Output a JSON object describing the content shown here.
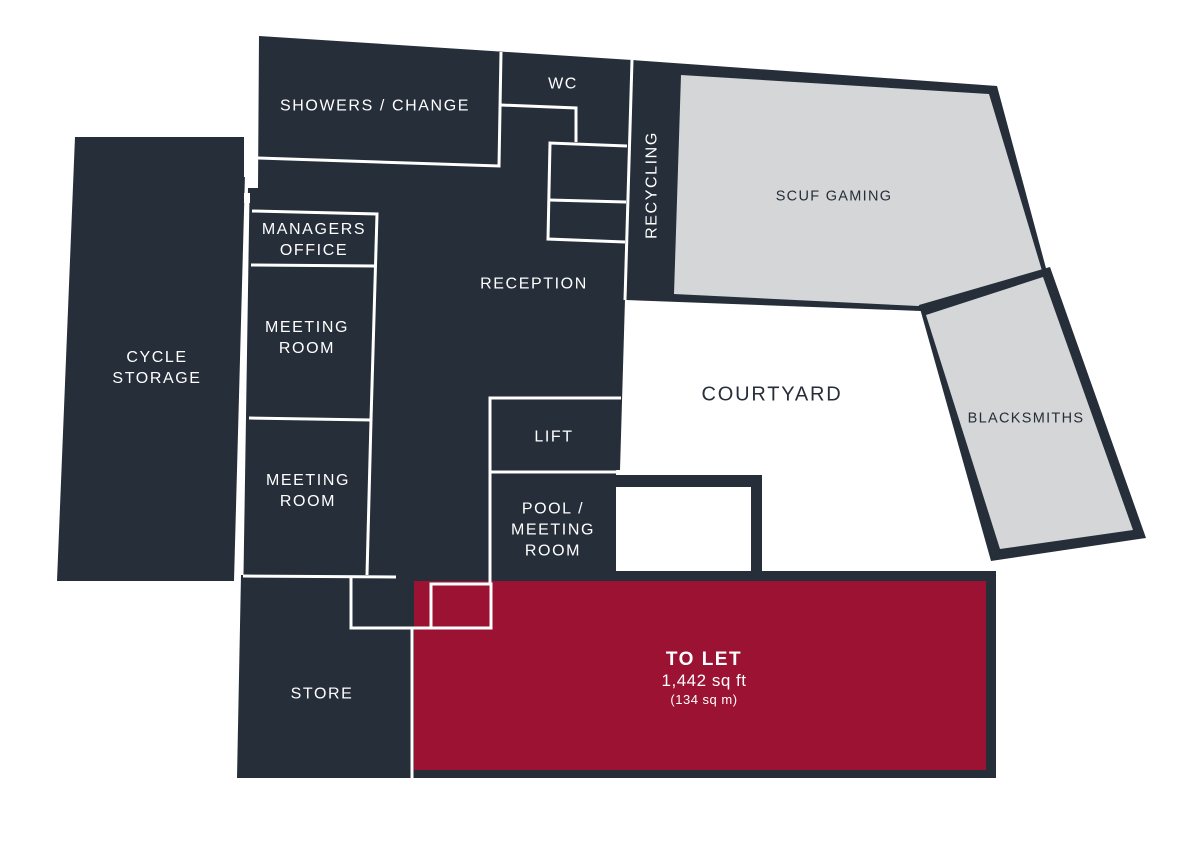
{
  "colors": {
    "building": "#252e39",
    "wall": "#ffffff",
    "tenant": "#d4d6d8",
    "to_let": "#9b1233",
    "background": "#ffffff"
  },
  "rooms": {
    "showers": "SHOWERS / CHANGE",
    "wc": "WC",
    "recycling": "RECYCLING",
    "scuf": "SCUF GAMING",
    "managers_line1": "MANAGERS",
    "managers_line2": "OFFICE",
    "reception": "RECEPTION",
    "meeting1_line1": "MEETING",
    "meeting1_line2": "ROOM",
    "meeting2_line1": "MEETING",
    "meeting2_line2": "ROOM",
    "cycle_line1": "CYCLE",
    "cycle_line2": "STORAGE",
    "courtyard": "COURTYARD",
    "blacksmiths": "BLACKSMITHS",
    "lift": "LIFT",
    "pool_line1": "POOL /",
    "pool_line2": "MEETING",
    "pool_line3": "ROOM",
    "store": "STORE"
  },
  "to_let": {
    "title": "TO LET",
    "area_sqft": "1,442 sq ft",
    "area_sqm": "(134 sq m)"
  }
}
